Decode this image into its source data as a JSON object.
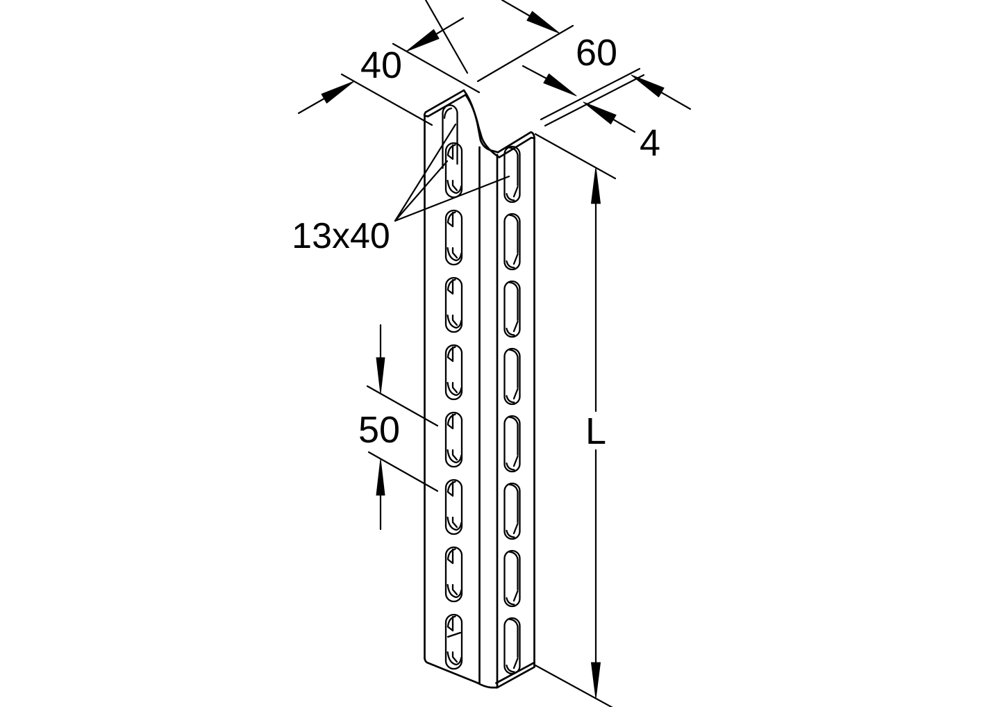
{
  "drawing": {
    "background_color": "#ffffff",
    "line_color": "#000000",
    "dimensions": {
      "flange_width": "40",
      "web_width": "60",
      "thickness": "4",
      "slot_size": "13x40",
      "slot_pitch": "50",
      "length": "L"
    }
  }
}
